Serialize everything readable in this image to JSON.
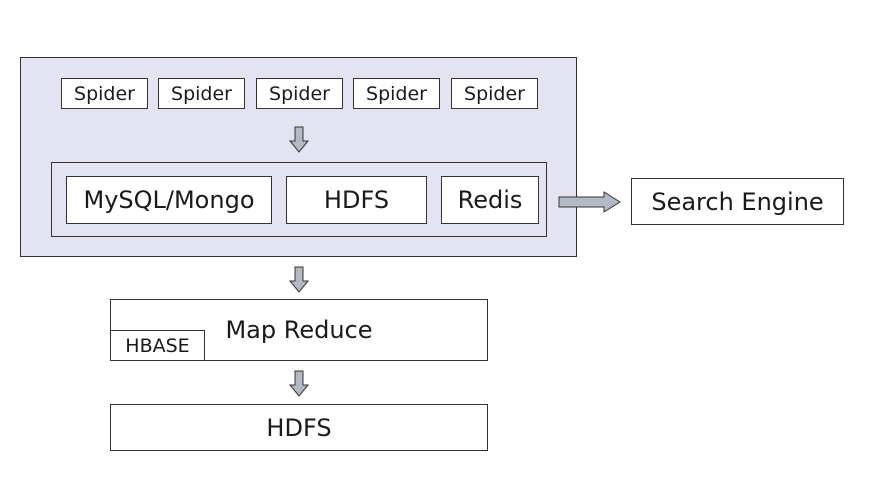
{
  "spiders": [
    "Spider",
    "Spider",
    "Spider",
    "Spider",
    "Spider"
  ],
  "storage": {
    "mysql_mongo": "MySQL/Mongo",
    "hdfs": "HDFS",
    "redis": "Redis"
  },
  "search_engine": "Search Engine",
  "map_reduce": "Map Reduce",
  "hbase": "HBASE",
  "hdfs_bottom": "HDFS",
  "colors": {
    "cluster_fill": "#e3e3f1",
    "arrow_fill": "#b4bac4",
    "border": "#333333"
  }
}
